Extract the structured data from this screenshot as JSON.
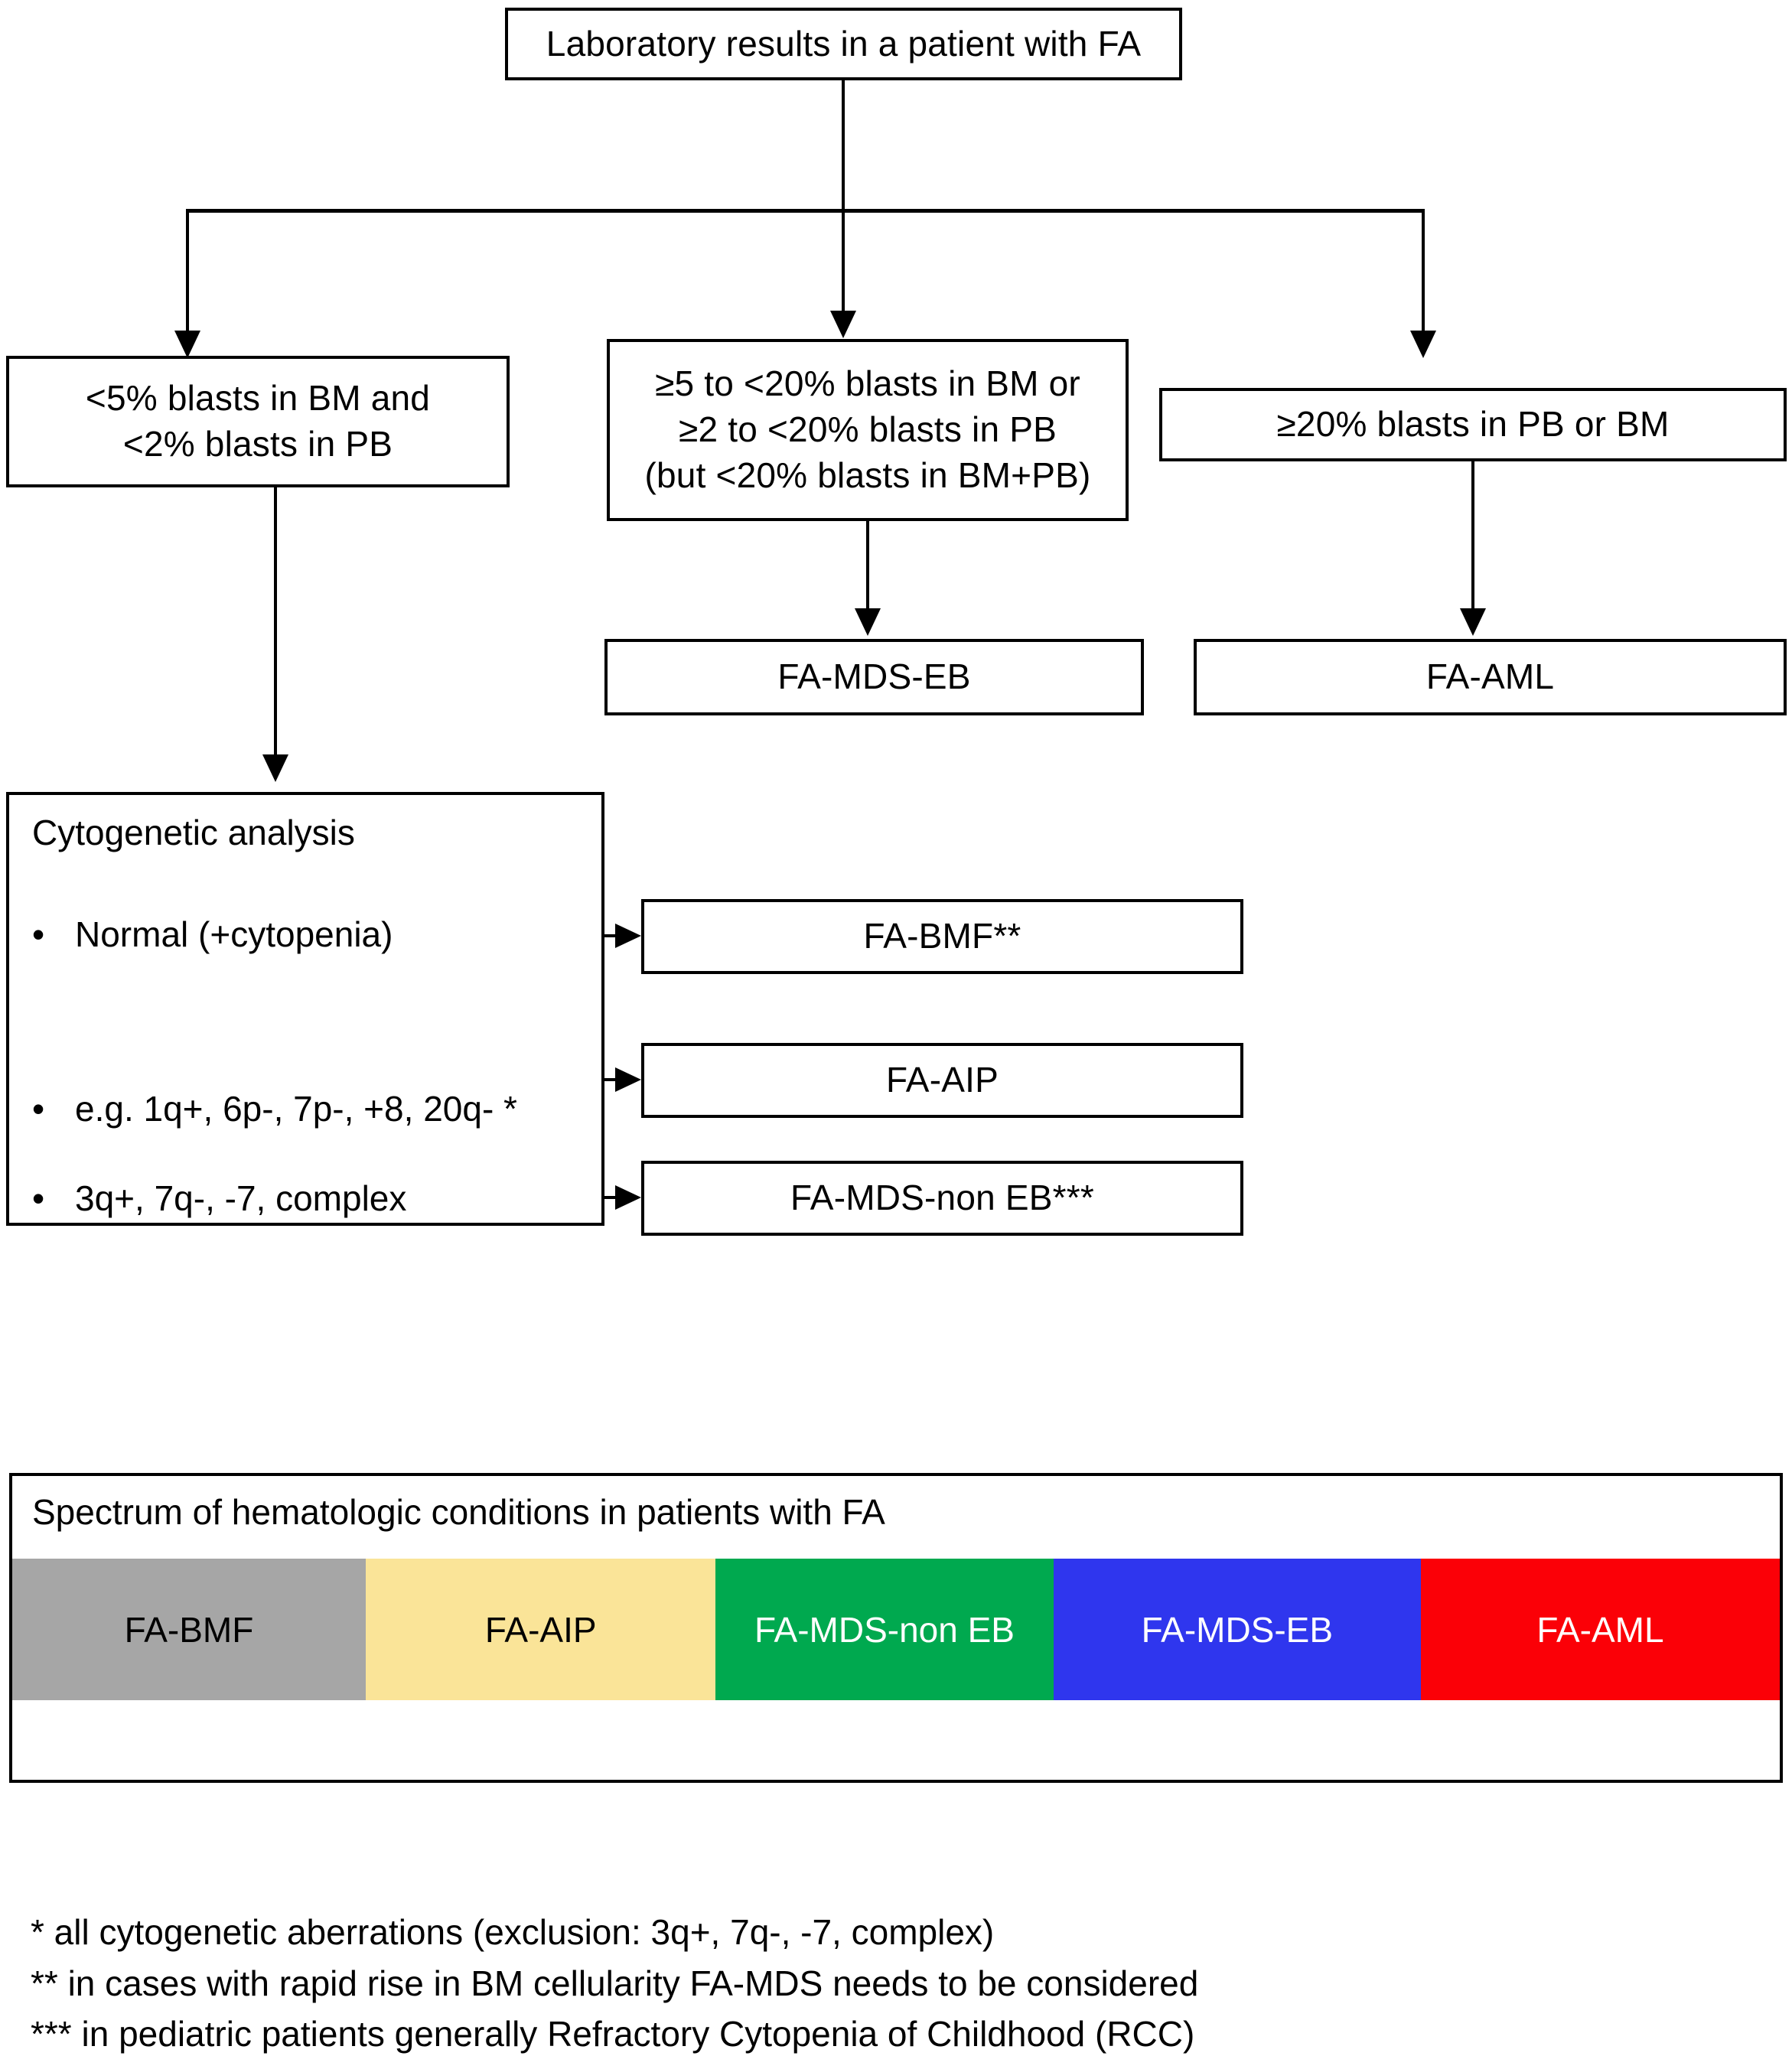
{
  "diagram": {
    "root": {
      "label": "Laboratory results in a patient with FA"
    },
    "branches": [
      {
        "id": "low-blasts",
        "lines": [
          "<5% blasts in BM and",
          "<2% blasts in PB"
        ]
      },
      {
        "id": "intermediate-blasts",
        "lines": [
          "≥5 to <20% blasts in BM or",
          "≥2 to <20% blasts in PB",
          "(but <20% blasts in BM+PB)"
        ]
      },
      {
        "id": "high-blasts",
        "lines": [
          "≥20% blasts in PB or BM"
        ]
      }
    ],
    "outcomes": {
      "mds_eb": "FA-MDS-EB",
      "aml": "FA-AML"
    },
    "cytogenetics": {
      "title": "Cytogenetic analysis",
      "items": [
        {
          "label": "Normal (+cytopenia)",
          "result": "FA-BMF**"
        },
        {
          "label": "e.g. 1q+, 6p-, 7p-, +8, 20q- *",
          "result": "FA-AIP"
        },
        {
          "label": "3q+, 7q-, -7, complex",
          "result": "FA-MDS-non EB***"
        }
      ]
    }
  },
  "spectrum": {
    "title": "Spectrum of hematologic conditions in patients with FA",
    "segments": [
      {
        "label": "FA-BMF",
        "color": "#a6a6a6",
        "text_color": "#000000",
        "width_pct": 20.0
      },
      {
        "label": "FA-AIP",
        "color": "#fae498",
        "text_color": "#000000",
        "width_pct": 19.8
      },
      {
        "label": "FA-MDS-non EB",
        "color": "#00a94f",
        "text_color": "#ffffff",
        "width_pct": 19.1
      },
      {
        "label": "FA-MDS-EB",
        "color": "#2f36ee",
        "text_color": "#ffffff",
        "width_pct": 20.8
      },
      {
        "label": "FA-AML",
        "color": "#fb0007",
        "text_color": "#ffffff",
        "width_pct": 20.3
      }
    ]
  },
  "footnotes": {
    "line1": "* all cytogenetic aberrations (exclusion: 3q+, 7q-, -7, complex)",
    "line2": "** in cases with rapid rise in BM cellularity FA-MDS needs to be considered",
    "line3": "*** in pediatric patients generally Refractory Cytopenia of Childhood (RCC)"
  }
}
